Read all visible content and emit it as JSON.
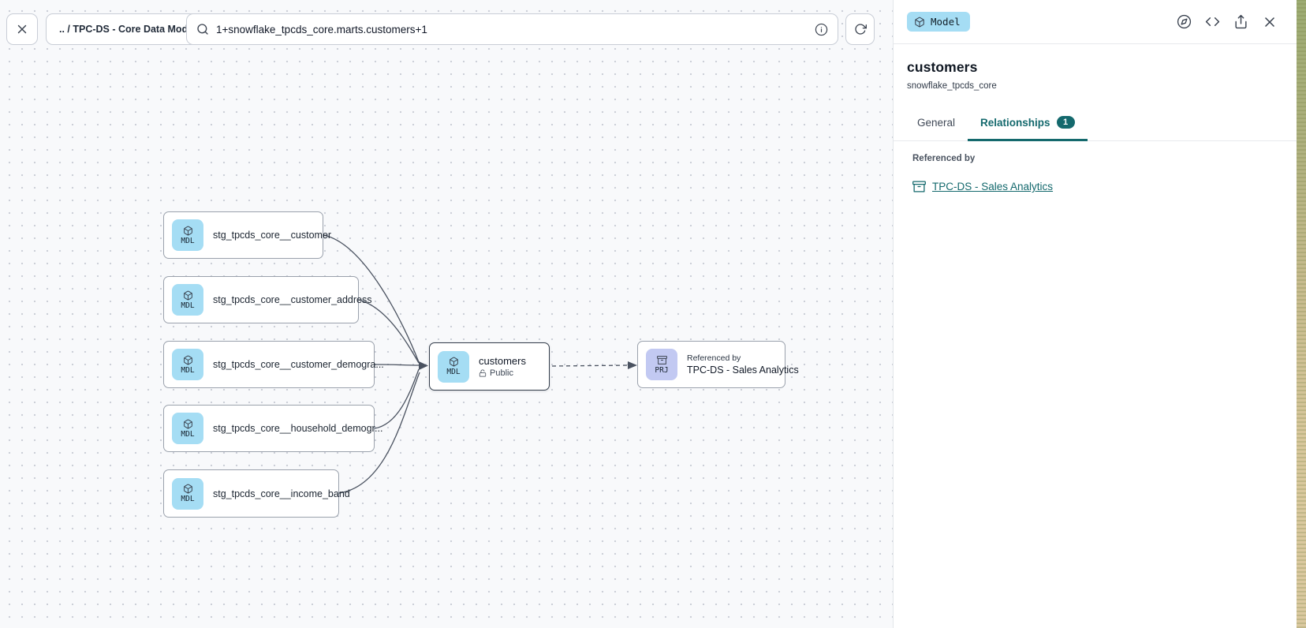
{
  "colors": {
    "accent": "#14696d",
    "model_badge_bg": "#a5ddf4",
    "project_badge_bg": "#c2c9f2",
    "edge": "#4a5260"
  },
  "toolbar": {
    "breadcrumb": ".. / TPC-DS - Core Data Models",
    "search_value": "1+snowflake_tpcds_core.marts.customers+1"
  },
  "graph": {
    "upstream_nodes": [
      {
        "badge": "MDL",
        "label": "stg_tpcds_core__customer"
      },
      {
        "badge": "MDL",
        "label": "stg_tpcds_core__customer_address"
      },
      {
        "badge": "MDL",
        "label": "stg_tpcds_core__customer_demogra..."
      },
      {
        "badge": "MDL",
        "label": "stg_tpcds_core__household_demogr..."
      },
      {
        "badge": "MDL",
        "label": "stg_tpcds_core__income_band"
      }
    ],
    "selected_node": {
      "badge": "MDL",
      "title": "customers",
      "access": "Public"
    },
    "reference_node": {
      "badge": "PRJ",
      "kicker": "Referenced by",
      "label": "TPC-DS - Sales Analytics"
    }
  },
  "panel": {
    "type_badge": "Model",
    "title": "customers",
    "subtitle": "snowflake_tpcds_core",
    "tabs": [
      {
        "label": "General"
      },
      {
        "label": "Relationships",
        "count": "1"
      }
    ],
    "sections": {
      "referenced_by_label": "Referenced by",
      "reference_link": "TPC-DS - Sales Analytics"
    }
  }
}
